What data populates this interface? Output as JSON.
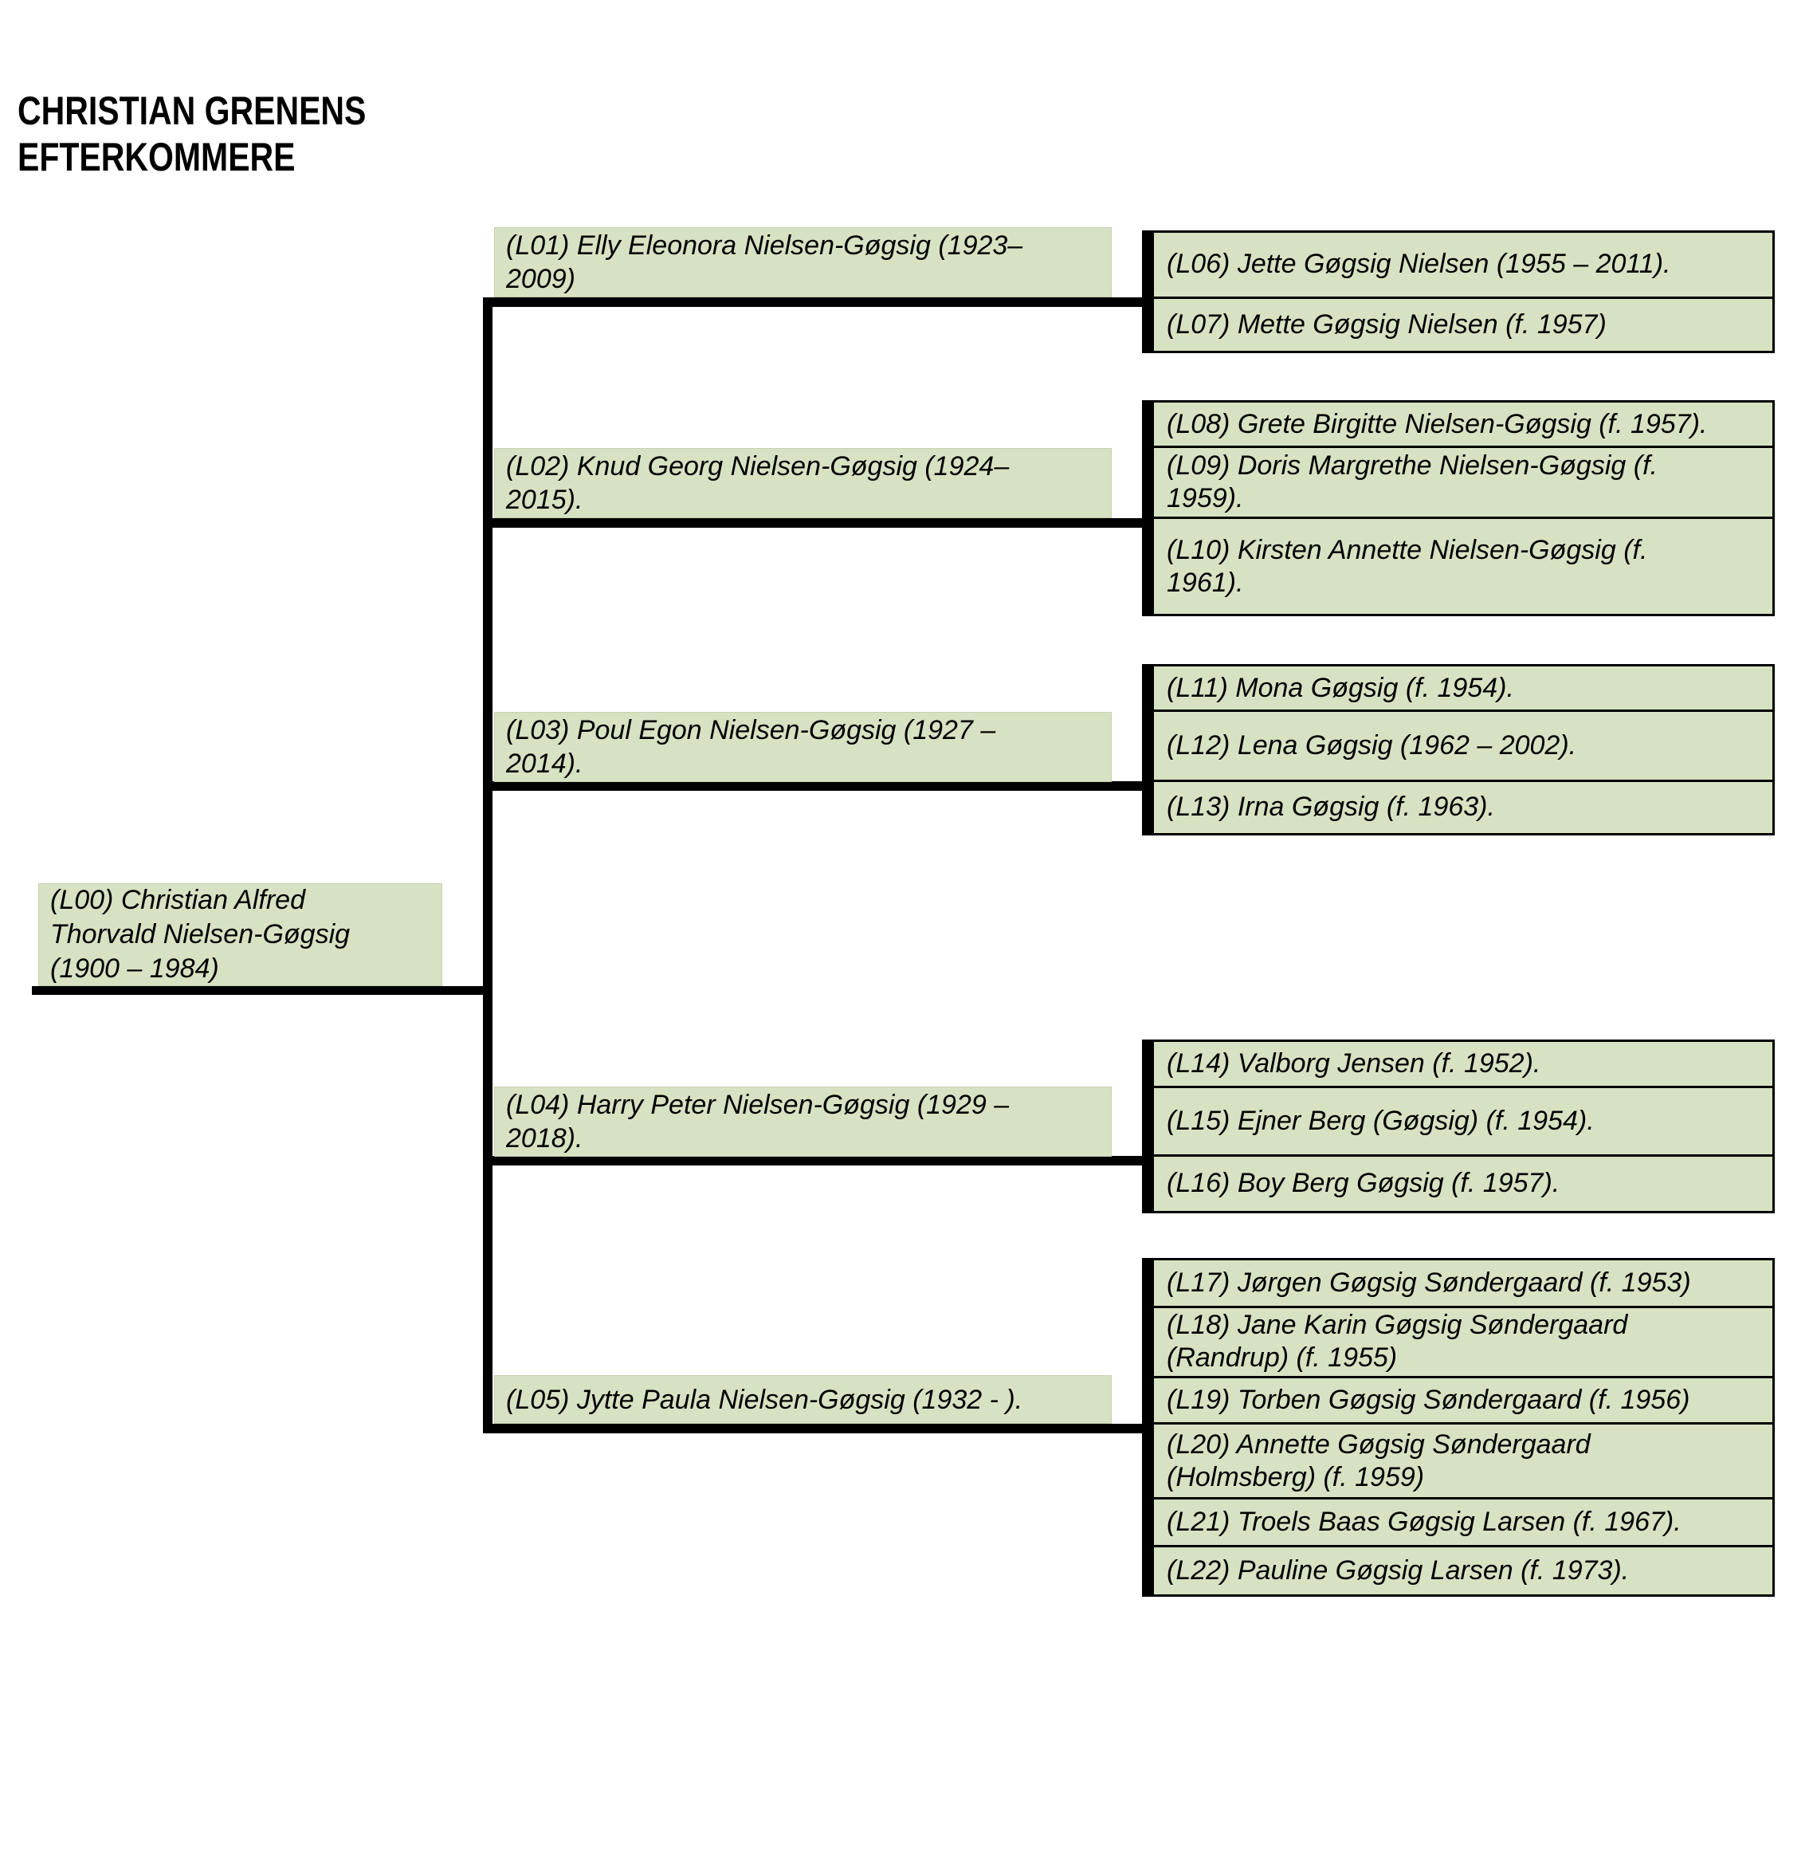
{
  "title": {
    "line1": "CHRISTIAN GRENENS",
    "line2": "EFTERKOMMERE"
  },
  "colors": {
    "node_fill": "#d6e2c2",
    "connector": "#000000",
    "text": "#000000",
    "background": "#ffffff"
  },
  "tree": {
    "root": {
      "id": "L00",
      "text": "(L00) Christian Alfred\nThorvald Nielsen-Gøgsig\n(1900 – 1984)"
    },
    "children": [
      {
        "id": "L01",
        "text": "(L01) Elly Eleonora Nielsen-Gøgsig (1923–\n2009)"
      },
      {
        "id": "L02",
        "text": "(L02) Knud Georg Nielsen-Gøgsig (1924–\n2015)."
      },
      {
        "id": "L03",
        "text": "(L03) Poul Egon Nielsen-Gøgsig (1927 –\n2014)."
      },
      {
        "id": "L04",
        "text": "(L04) Harry Peter Nielsen-Gøgsig (1929 –\n2018)."
      },
      {
        "id": "L05",
        "text": "(L05) Jytte Paula Nielsen-Gøgsig (1932 - )."
      }
    ],
    "grandchildren_groups": [
      {
        "parent": "L01",
        "members": [
          {
            "id": "L06",
            "text": "(L06) Jette Gøgsig Nielsen (1955 – 2011)."
          },
          {
            "id": "L07",
            "text": "(L07) Mette Gøgsig Nielsen (f. 1957)"
          }
        ]
      },
      {
        "parent": "L02",
        "members": [
          {
            "id": "L08",
            "text": "(L08) Grete Birgitte Nielsen-Gøgsig (f. 1957)."
          },
          {
            "id": "L09",
            "text": "(L09) Doris Margrethe Nielsen-Gøgsig (f.\n1959)."
          },
          {
            "id": "L10",
            "text": "(L10) Kirsten Annette Nielsen-Gøgsig (f.\n1961)."
          }
        ]
      },
      {
        "parent": "L03",
        "members": [
          {
            "id": "L11",
            "text": "(L11) Mona Gøgsig (f. 1954)."
          },
          {
            "id": "L12",
            "text": "(L12) Lena Gøgsig (1962 – 2002)."
          },
          {
            "id": "L13",
            "text": "(L13) Irna Gøgsig (f. 1963)."
          }
        ]
      },
      {
        "parent": "L04",
        "members": [
          {
            "id": "L14",
            "text": "(L14) Valborg Jensen (f. 1952)."
          },
          {
            "id": "L15",
            "text": "(L15) Ejner Berg (Gøgsig) (f. 1954)."
          },
          {
            "id": "L16",
            "text": "(L16) Boy Berg Gøgsig (f. 1957)."
          }
        ]
      },
      {
        "parent": "L05",
        "members": [
          {
            "id": "L17",
            "text": "(L17) Jørgen Gøgsig Søndergaard (f. 1953)"
          },
          {
            "id": "L18",
            "text": "(L18) Jane Karin Gøgsig Søndergaard\n(Randrup) (f. 1955)"
          },
          {
            "id": "L19",
            "text": "(L19) Torben Gøgsig Søndergaard (f. 1956)"
          },
          {
            "id": "L20",
            "text": "(L20) Annette Gøgsig Søndergaard\n(Holmsberg) (f. 1959)"
          },
          {
            "id": "L21",
            "text": "(L21) Troels Baas Gøgsig Larsen (f. 1967)."
          },
          {
            "id": "L22",
            "text": "(L22) Pauline Gøgsig Larsen (f. 1973)."
          }
        ]
      }
    ]
  }
}
